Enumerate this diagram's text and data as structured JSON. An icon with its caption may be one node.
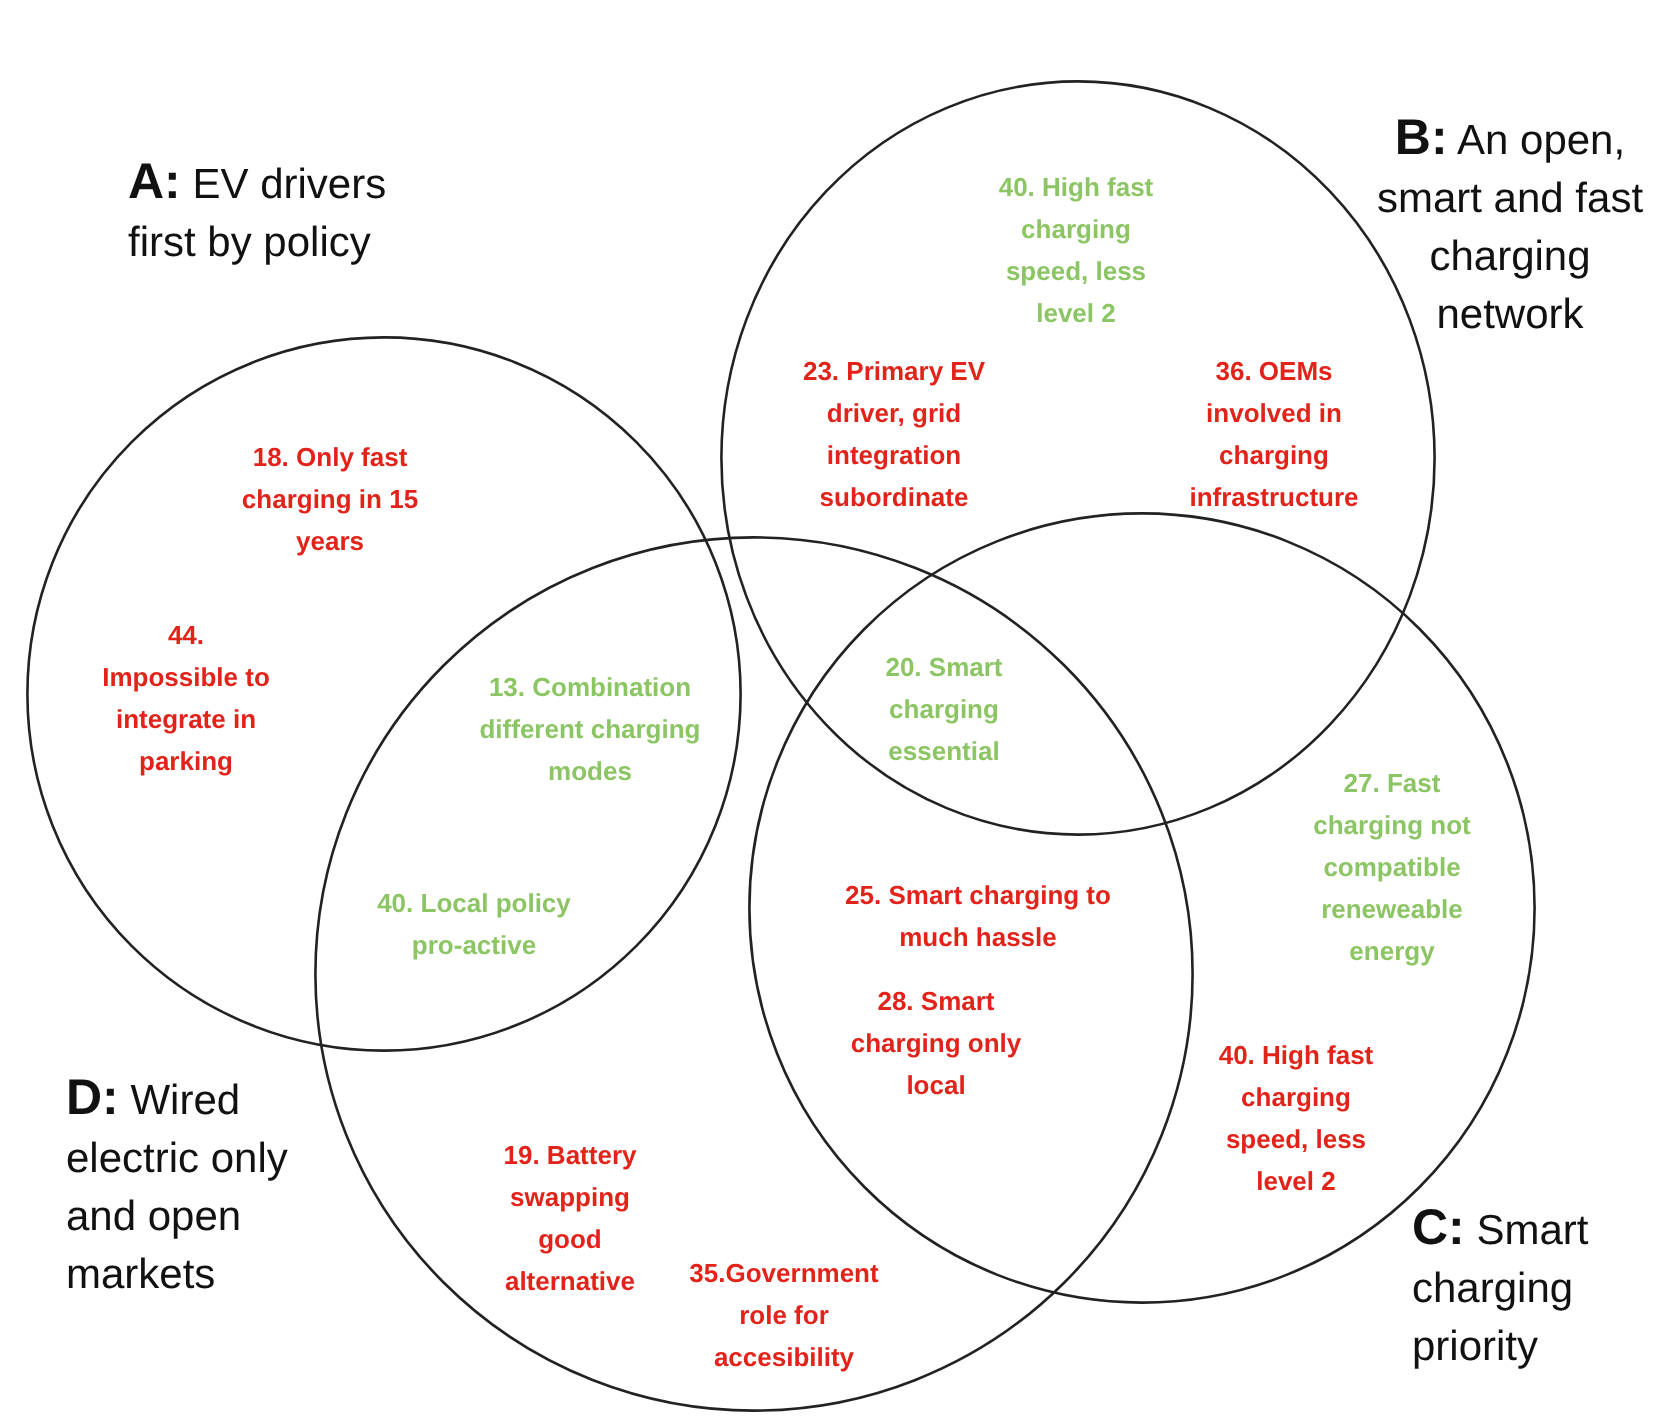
{
  "diagram": {
    "nodes": [
      {
        "text": [
          "**A:** EV drivers first by policy"
        ]
      },
      {
        "text": [
          "**B:** An open, smart and fast charging network"
        ]
      },
      {
        "text": [
          "**C:** Smart charging priority"
        ]
      },
      {
        "text": [
          "**D:** Wired electric only and open markets"
        ]
      }
    ],
    "labels": [
      "40. High fast charging speed, less level 2",
      "23. Primary EV driver, grid integration subordinate",
      "36. OEMs involved in charging infrastructure",
      "18. Only fast charging in 15 years",
      "44. Impossible to integrate in parking",
      "20. Smart charging essential",
      "13. Combination different charging modes",
      "27. Fast charging not compatible reneweable energy",
      "40. Local policy pro-active",
      "25. Smart charging to much hassle",
      "28. Smart charging only local",
      "40. High fast charging speed, less level 2",
      "19. Battery swapping good alternative",
      "35.Government role for accesibility"
    ]
  }
}
